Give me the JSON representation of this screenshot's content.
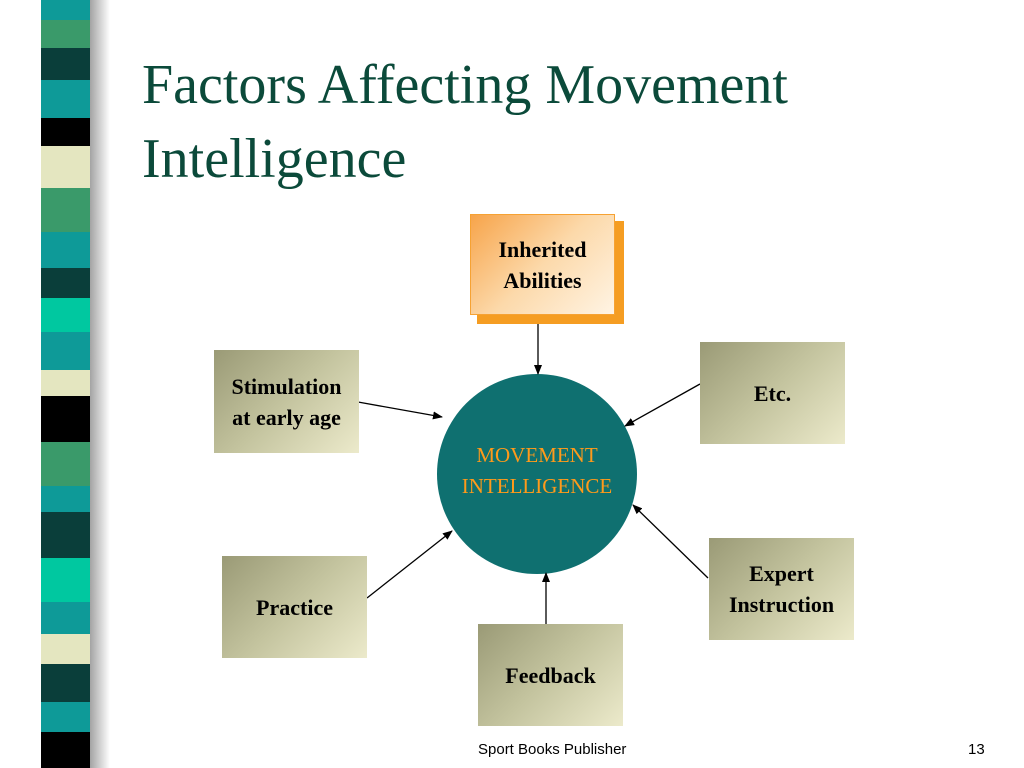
{
  "title": {
    "line1": "Factors Affecting Movement",
    "line2": "Intelligence"
  },
  "center": {
    "line1": "MOVEMENT",
    "line2": "INTELLIGENCE",
    "fill": "#0f7070",
    "text_color": "#ff9a1a"
  },
  "factors": {
    "inherited": {
      "line1": "Inherited",
      "line2": "Abilities"
    },
    "stimulation": {
      "line1": "Stimulation",
      "line2": "at early age"
    },
    "etc": {
      "line1": "Etc."
    },
    "practice": {
      "line1": "Practice"
    },
    "feedback": {
      "line1": "Feedback"
    },
    "expert": {
      "line1": "Expert",
      "line2": "Instruction"
    }
  },
  "footer": {
    "publisher": "Sport Books Publisher",
    "page_number": "13"
  },
  "colors": {
    "title": "#0b4a3a",
    "box_gradient_dark": "#9a9a76",
    "box_gradient_light": "#eceacb",
    "highlight_box": "#f59d22",
    "stripe_teal": "#0e9a98",
    "stripe_dark": "#0a3e3a",
    "stripe_green": "#3a9a6a",
    "stripe_cream": "#e4e6c0",
    "stripe_black": "#000000"
  }
}
